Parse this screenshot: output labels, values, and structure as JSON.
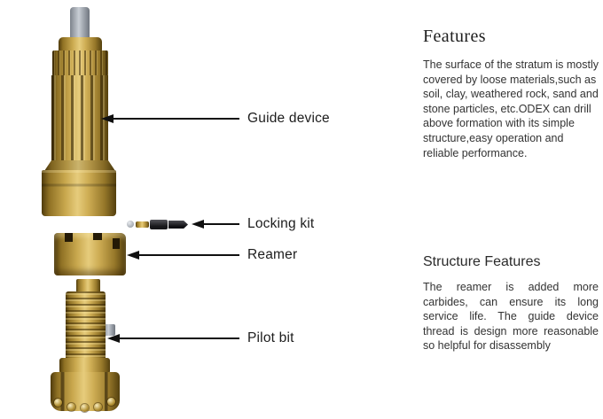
{
  "diagram": {
    "name": "ODEX drill bit assembly exploded view",
    "parts": [
      {
        "label": "Guide device"
      },
      {
        "label": "Locking kit"
      },
      {
        "label": "Reamer"
      },
      {
        "label": "Pilot bit"
      }
    ],
    "colors": {
      "brass": "#b5913b",
      "brass_light": "#e6cc7c",
      "brass_dark": "#54400e",
      "steel_gray": "#aeb4bc",
      "leader_line": "#101010",
      "background": "#ffffff"
    }
  },
  "features": {
    "title": "Features",
    "body": "The surface of the stratum is mostly covered by loose materials,such as soil, clay, weathered rock, sand and stone particles, etc.ODEX can drill above formation with its simple structure,easy operation and reliable performance."
  },
  "structure_features": {
    "title": "Structure Features",
    "body": "The reamer is added more carbides, can ensure its long service life. The guide device thread is design more reasonable so helpful for disassembly"
  }
}
